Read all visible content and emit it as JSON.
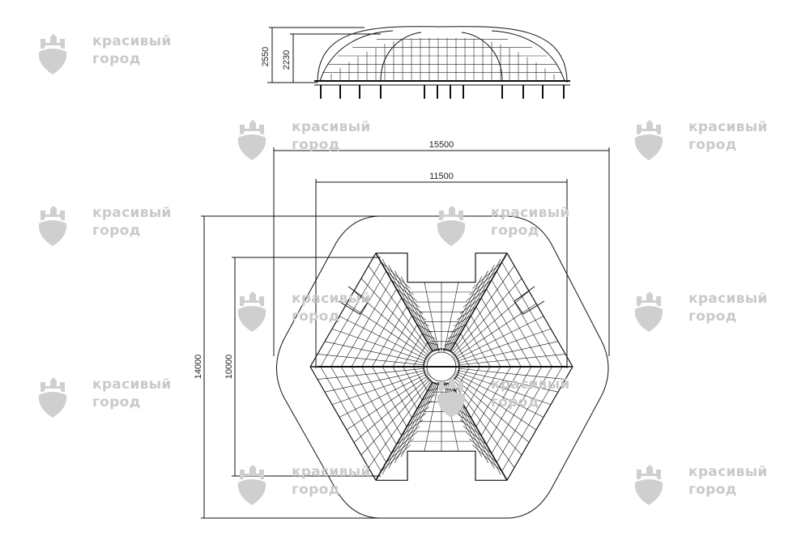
{
  "watermark": {
    "line1": "красивый",
    "line2": "город"
  },
  "elevation": {
    "dim_outer": "2550",
    "dim_inner": "2230"
  },
  "plan": {
    "dim_width_outer": "15500",
    "dim_width_inner": "11500",
    "dim_height_outer": "14000",
    "dim_height_inner": "10000"
  }
}
